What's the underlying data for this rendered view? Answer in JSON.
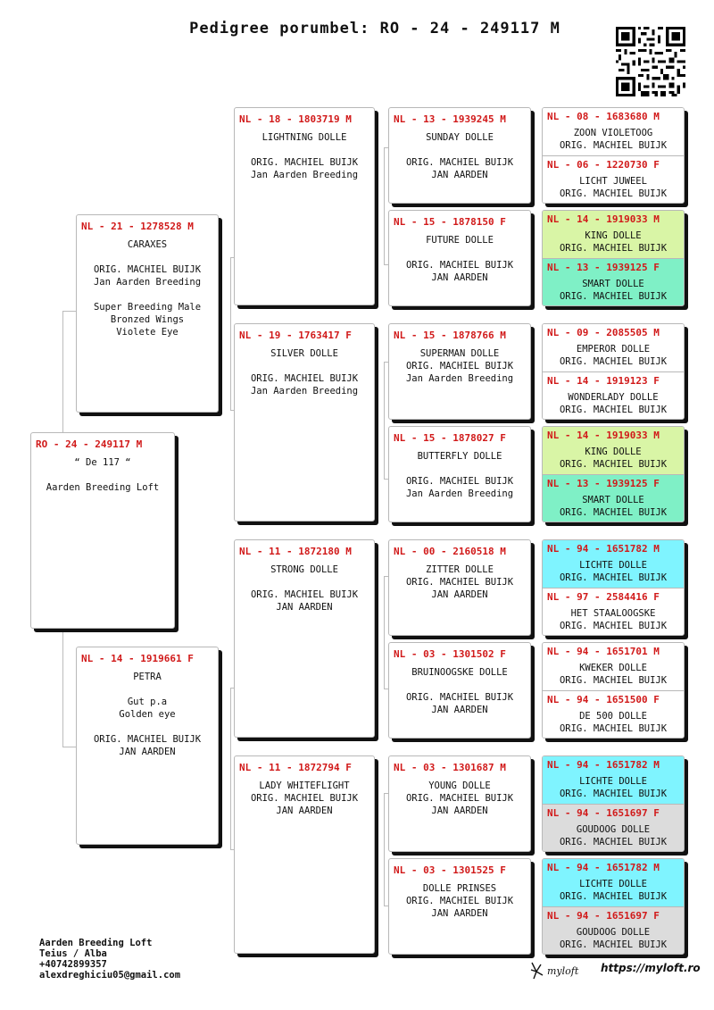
{
  "title": "Pedigree porumbel: RO - 24 - 249117 M",
  "subject": {
    "ring": "RO - 24 - 249117 M",
    "lines": [
      "“ De 117 “",
      "",
      "Aarden Breeding Loft"
    ]
  },
  "sire": {
    "ring": "NL - 21 - 1278528 M",
    "lines": [
      "CARAXES",
      "",
      "ORIG. MACHIEL BUIJK",
      "Jan Aarden Breeding",
      "",
      "Super Breeding Male",
      "Bronzed Wings",
      "Violete Eye"
    ]
  },
  "dam": {
    "ring": "NL - 14 - 1919661 F",
    "lines": [
      "PETRA",
      "",
      "Gut p.a",
      "Golden eye",
      "",
      "ORIG. MACHIEL BUIJK",
      "JAN AARDEN"
    ]
  },
  "gen3": [
    {
      "ring": "NL - 18 - 1803719 M",
      "lines": [
        "LIGHTNING DOLLE",
        "",
        "ORIG. MACHIEL BUIJK",
        "Jan Aarden Breeding"
      ]
    },
    {
      "ring": "NL - 19 - 1763417 F",
      "lines": [
        "SILVER DOLLE",
        "",
        "ORIG. MACHIEL BUIJK",
        "Jan Aarden Breeding"
      ]
    },
    {
      "ring": "NL - 11 - 1872180 M",
      "lines": [
        "STRONG DOLLE",
        "",
        "ORIG. MACHIEL BUIJK",
        "JAN AARDEN"
      ]
    },
    {
      "ring": "NL - 11 - 1872794 F",
      "lines": [
        "LADY WHITEFLIGHT",
        "ORIG. MACHIEL BUIJK",
        "JAN AARDEN"
      ]
    }
  ],
  "gen4": [
    {
      "ring": "NL - 13 - 1939245 M",
      "lines": [
        "SUNDAY DOLLE",
        "",
        "ORIG. MACHIEL BUIJK",
        "JAN AARDEN"
      ]
    },
    {
      "ring": "NL - 15 - 1878150 F",
      "lines": [
        "FUTURE DOLLE",
        "",
        "ORIG. MACHIEL BUIJK",
        "JAN AARDEN"
      ]
    },
    {
      "ring": "NL - 15 - 1878766 M",
      "lines": [
        "SUPERMAN DOLLE",
        "ORIG. MACHIEL BUIJK",
        "Jan Aarden Breeding"
      ]
    },
    {
      "ring": "NL - 15 - 1878027 F",
      "lines": [
        "BUTTERFLY DOLLE",
        "",
        "ORIG. MACHIEL BUIJK",
        "Jan Aarden Breeding"
      ]
    },
    {
      "ring": "NL - 00 - 2160518 M",
      "lines": [
        "ZITTER DOLLE",
        "ORIG. MACHIEL BUIJK",
        "JAN AARDEN"
      ]
    },
    {
      "ring": "NL - 03 - 1301502 F",
      "lines": [
        "BRUINOOGSKE DOLLE",
        "",
        "ORIG. MACHIEL BUIJK",
        "JAN AARDEN"
      ]
    },
    {
      "ring": "NL - 03 - 1301687 M",
      "lines": [
        "YOUNG DOLLE",
        "ORIG. MACHIEL BUIJK",
        "JAN AARDEN"
      ]
    },
    {
      "ring": "NL - 03 - 1301525 F",
      "lines": [
        "DOLLE PRINSES",
        "ORIG. MACHIEL BUIJK",
        "JAN AARDEN"
      ]
    }
  ],
  "gen5": [
    {
      "ring": "NL - 08 - 1683680 M",
      "lines": [
        "ZOON VIOLETOOG",
        "ORIG. MACHIEL BUIJK"
      ],
      "color": "#ffffff"
    },
    {
      "ring": "NL - 06 - 1220730 F",
      "lines": [
        "LICHT JUWEEL",
        "ORIG. MACHIEL BUIJK"
      ],
      "color": "#ffffff"
    },
    {
      "ring": "NL - 14 - 1919033 M",
      "lines": [
        "KING DOLLE",
        "ORIG. MACHIEL BUIJK"
      ],
      "color": "#d9f5a6"
    },
    {
      "ring": "NL - 13 - 1939125 F",
      "lines": [
        "SMART DOLLE",
        "ORIG. MACHIEL BUIJK"
      ],
      "color": "#7ff0c6"
    },
    {
      "ring": "NL - 09 - 2085505 M",
      "lines": [
        "EMPEROR DOLLE",
        "ORIG. MACHIEL BUIJK"
      ],
      "color": "#ffffff"
    },
    {
      "ring": "NL - 14 - 1919123 F",
      "lines": [
        "WONDERLADY DOLLE",
        "ORIG. MACHIEL BUIJK"
      ],
      "color": "#ffffff"
    },
    {
      "ring": "NL - 14 - 1919033 M",
      "lines": [
        "KING DOLLE",
        "ORIG. MACHIEL BUIJK"
      ],
      "color": "#d9f5a6"
    },
    {
      "ring": "NL - 13 - 1939125 F",
      "lines": [
        "SMART DOLLE",
        "ORIG. MACHIEL BUIJK"
      ],
      "color": "#7ff0c6"
    },
    {
      "ring": "NL - 94 - 1651782 M",
      "lines": [
        "LICHTE DOLLE",
        "ORIG. MACHIEL BUIJK"
      ],
      "color": "#7ff4ff"
    },
    {
      "ring": "NL - 97 - 2584416 F",
      "lines": [
        "HET STAALOOGSKE",
        "ORIG. MACHIEL BUIJK"
      ],
      "color": "#ffffff"
    },
    {
      "ring": "NL - 94 - 1651701 M",
      "lines": [
        "KWEKER DOLLE",
        "ORIG. MACHIEL BUIJK"
      ],
      "color": "#ffffff"
    },
    {
      "ring": "NL - 94 - 1651500 F",
      "lines": [
        "DE 500 DOLLE",
        "ORIG. MACHIEL BUIJK"
      ],
      "color": "#ffffff"
    },
    {
      "ring": "NL - 94 - 1651782 M",
      "lines": [
        "LICHTE DOLLE",
        "ORIG. MACHIEL BUIJK"
      ],
      "color": "#7ff4ff"
    },
    {
      "ring": "NL - 94 - 1651697 F",
      "lines": [
        "GOUDOOG DOLLE",
        "ORIG. MACHIEL BUIJK"
      ],
      "color": "#dcdcdc"
    },
    {
      "ring": "NL - 94 - 1651782 M",
      "lines": [
        "LICHTE DOLLE",
        "ORIG. MACHIEL BUIJK"
      ],
      "color": "#7ff4ff"
    },
    {
      "ring": "NL - 94 - 1651697 F",
      "lines": [
        "GOUDOOG DOLLE",
        "ORIG. MACHIEL BUIJK"
      ],
      "color": "#dcdcdc"
    }
  ],
  "footer": {
    "lines": [
      "Aarden Breeding Loft",
      "Teius / Alba",
      "+40742899357",
      "alexdreghiciu05@gmail.com"
    ]
  },
  "brand": {
    "logo_text": "myloft",
    "url": "https://myloft.ro"
  }
}
